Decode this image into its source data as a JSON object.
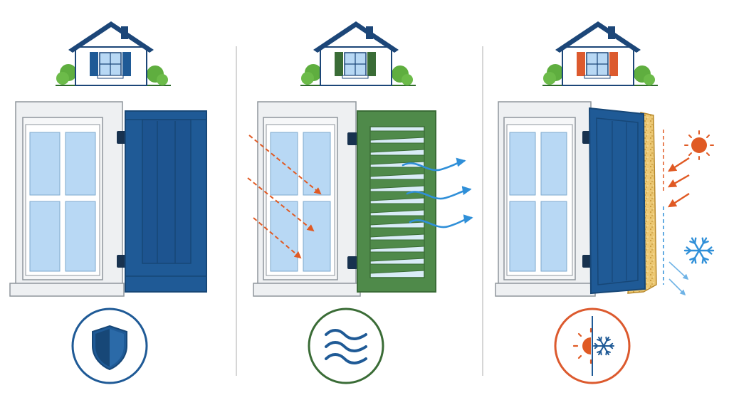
{
  "colors": {
    "background": "#ffffff",
    "divider": "#c9c9c9",
    "frame": "#f3f4f5",
    "frame_stroke": "#8f969c",
    "glass": "#b8d8f4",
    "glass_stroke": "#7ea9cc",
    "blue_shutter": "#1f5a96",
    "blue_shutter_dark": "#174777",
    "green_shutter": "#4f8a4a",
    "green_shutter_dark": "#3a6c36",
    "louver_slot": "#d9ecf7",
    "red_shutter": "#dc5a2e",
    "insulation": "#ecc873",
    "sun": "#e05a24",
    "cold": "#2f8fd8",
    "wind": "#2f8fd8",
    "roof": "#1c4678",
    "tree": "#5fae3f",
    "hinge": "#18324f"
  },
  "panels": [
    {
      "id": "protection",
      "shutter_style": "board-and-batten",
      "shutter_color": "blue_shutter",
      "badge_icon": "shield-icon",
      "badge_color": "blue_shutter"
    },
    {
      "id": "ventilation",
      "shutter_style": "louvered",
      "shutter_color": "green_shutter",
      "badge_icon": "airflow-waves-icon",
      "badge_color": "green_shutter"
    },
    {
      "id": "insulation",
      "shutter_style": "insulated-panel",
      "shutter_color": "blue_shutter",
      "badge_icon": "sun-snowflake-icon",
      "badge_color": "red_shutter"
    }
  ],
  "icons": [
    "house-icon",
    "shield-icon",
    "airflow-waves-icon",
    "sun-icon",
    "snowflake-icon",
    "sun-snowflake-icon",
    "arrow-icon"
  ]
}
